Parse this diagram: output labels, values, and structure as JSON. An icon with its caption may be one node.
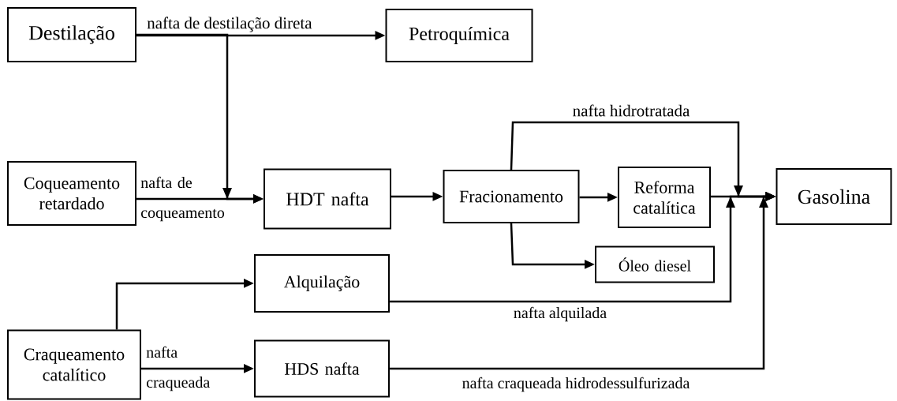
{
  "diagram": {
    "nodes": [
      {
        "text": [
          "Destilação"
        ]
      },
      {
        "text": [
          "Petroquímica"
        ]
      },
      {
        "text": [
          "Coqueamento retardado"
        ]
      },
      {
        "text": [
          "HDT nafta"
        ]
      },
      {
        "text": [
          "Fracionamento"
        ]
      },
      {
        "text": [
          "Reforma catalítica"
        ]
      },
      {
        "text": [
          "Gasolina"
        ]
      },
      {
        "text": [
          "Óleo diesel"
        ]
      },
      {
        "text": [
          "Alquilação"
        ]
      },
      {
        "text": [
          "Craqueamento catalítico"
        ]
      },
      {
        "text": [
          "HDS nafta"
        ]
      }
    ],
    "edges": [
      {
        "from": 0,
        "to": 1,
        "arrow": "to",
        "label": "nafta de destilação direta"
      },
      {
        "from": 0,
        "to": 3,
        "arrow": "to"
      },
      {
        "from": 2,
        "to": 3,
        "arrow": "to",
        "label": "nafta de coqueamento"
      },
      {
        "from": 3,
        "to": 4,
        "arrow": "to"
      },
      {
        "from": 4,
        "to": 5,
        "arrow": "to"
      },
      {
        "from": 4,
        "to": 6,
        "arrow": "to",
        "label": "nafta hidrotratada"
      },
      {
        "from": 4,
        "to": 7,
        "arrow": "to"
      },
      {
        "from": 5,
        "to": 6,
        "arrow": "to"
      },
      {
        "from": 8,
        "to": 6,
        "arrow": "to",
        "label": "nafta alquilada"
      },
      {
        "from": 9,
        "to": 8,
        "arrow": "to"
      },
      {
        "from": 9,
        "to": 10,
        "arrow": "to",
        "label": "nafta craqueada"
      },
      {
        "from": 10,
        "to": 6,
        "arrow": "to",
        "label": "nafta craqueada hidrodessulfurizada"
      }
    ]
  }
}
